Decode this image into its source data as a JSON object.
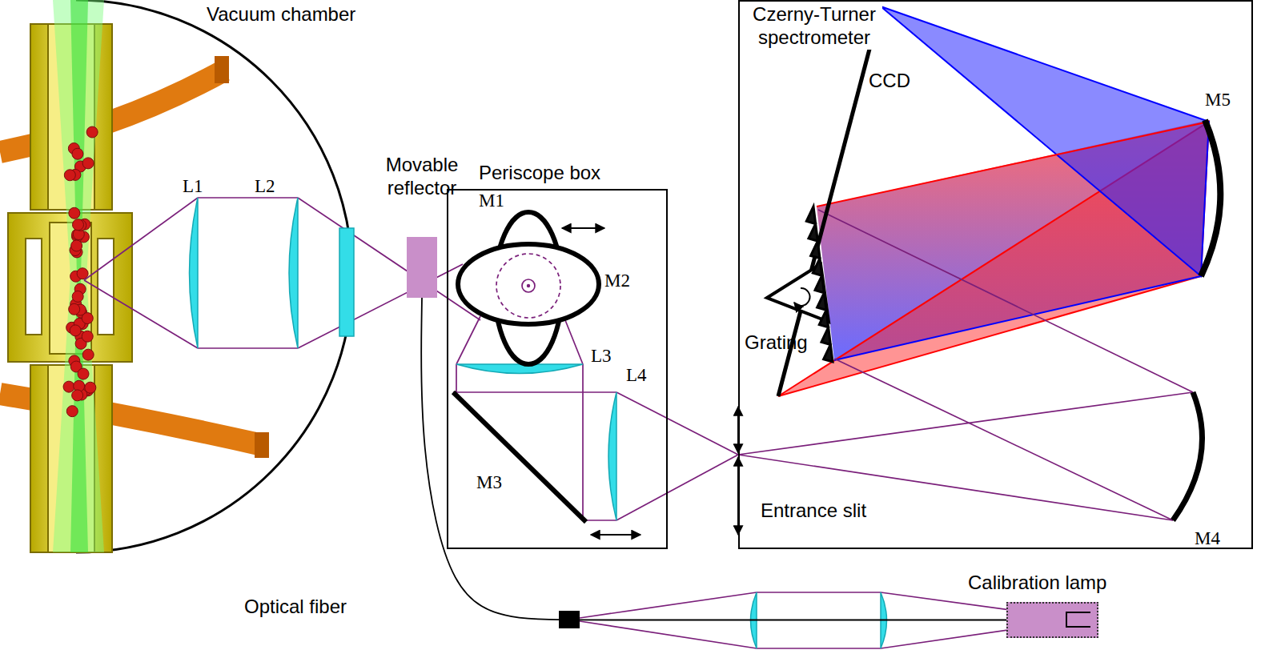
{
  "diagram": {
    "nodes": [
      {
        "text": [
          "Vacuum chamber"
        ]
      },
      {
        "text": [
          "Movable reflector"
        ]
      },
      {
        "text": [
          "Periscope box"
        ]
      },
      {
        "text": [
          "Czerny-Turner spectrometer"
        ]
      },
      {
        "text": [
          "Calibration lamp"
        ]
      }
    ],
    "edges": [
      {
        "from": 4,
        "to": 1,
        "arrow": "none"
      }
    ],
    "labels": [
      "L1",
      "L2",
      "M1",
      "M2",
      "L3",
      "L4",
      "M3",
      "CCD",
      "M5",
      "Grating",
      "M4",
      "Entrance slit",
      "Optical fiber"
    ]
  }
}
